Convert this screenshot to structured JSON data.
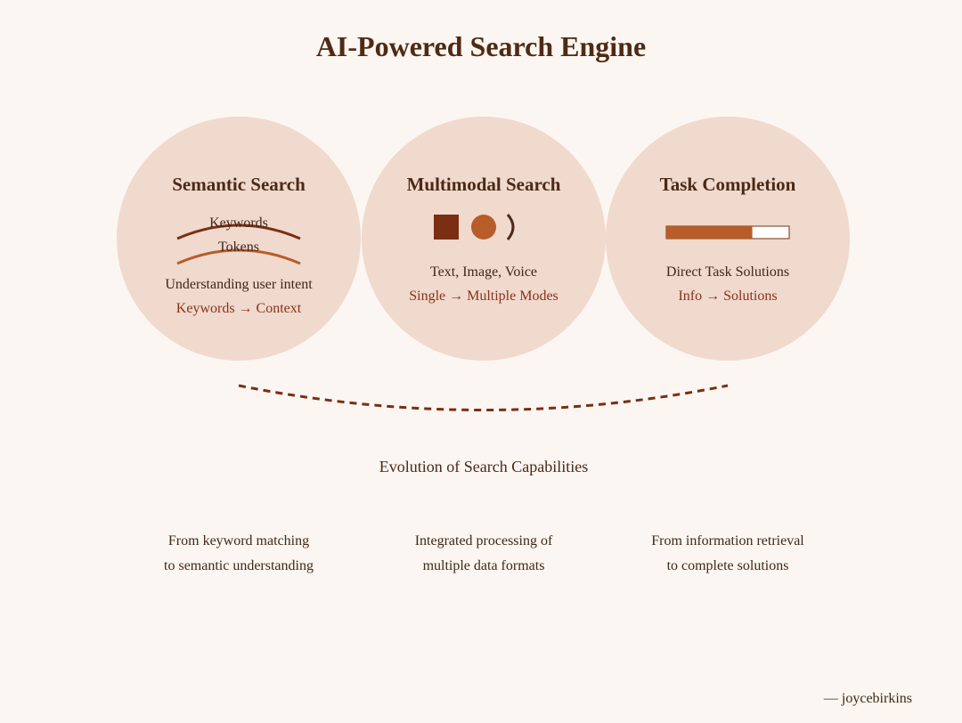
{
  "title": "AI-Powered Search Engine",
  "circles": [
    {
      "title": "Semantic Search",
      "icon_labels": [
        "Keywords",
        "Tokens"
      ],
      "description": "Understanding user intent",
      "transition": "Keywords → Context"
    },
    {
      "title": "Multimodal Search",
      "icons": [
        "square-icon",
        "circle-icon",
        "sound-wave-icon"
      ],
      "description": "Text, Image, Voice",
      "transition": "Single → Multiple Modes"
    },
    {
      "title": "Task Completion",
      "progress": 0.7,
      "description": "Direct Task Solutions",
      "transition": "Info → Solutions"
    }
  ],
  "caption": "Evolution of Search Capabilities",
  "descriptions": [
    [
      "From keyword matching",
      "to semantic understanding"
    ],
    [
      "Integrated processing of",
      "multiple data formats"
    ],
    [
      "From information retrieval",
      "to complete solutions"
    ]
  ],
  "credit": "— joycebirkins",
  "colors": {
    "background": "#fcf6f2",
    "circle_fill": "#f0d9cd",
    "dark_brown": "#7a2e13",
    "accent_orange": "#b85c2a",
    "title_text": "#4f2a14"
  }
}
